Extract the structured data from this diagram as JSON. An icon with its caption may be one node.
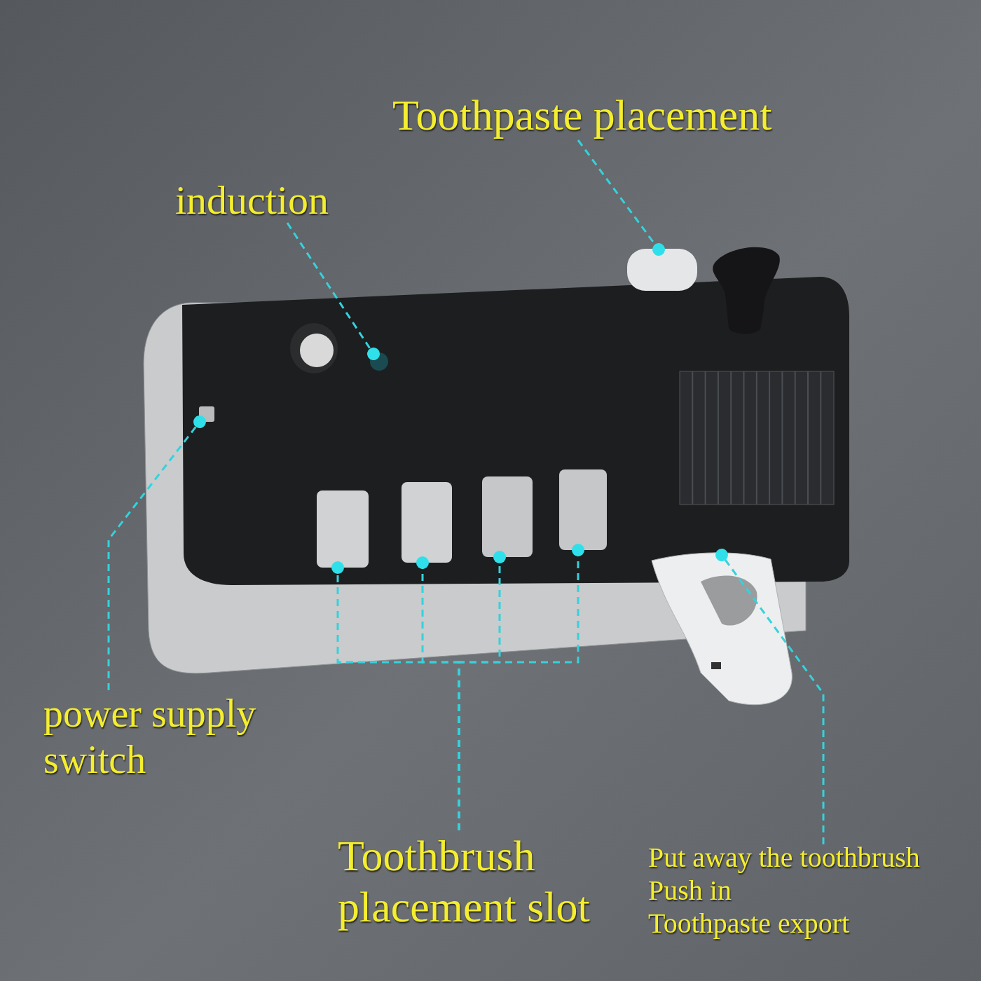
{
  "diagram": {
    "nodes": [
      {
        "text": [
          "Toothpaste placement"
        ]
      },
      {
        "text": [],
        "shape": "box"
      },
      {
        "text": [
          "induction"
        ]
      },
      {
        "text": [],
        "shape": "circle"
      },
      {
        "text": [
          "power supply switch"
        ]
      },
      {
        "text": [],
        "shape": "box"
      },
      {
        "text": [
          "Toothbrush placement slot"
        ]
      },
      {
        "text": [],
        "shape": "box"
      },
      {
        "text": [],
        "shape": "box"
      },
      {
        "text": [],
        "shape": "box"
      },
      {
        "text": [],
        "shape": "box"
      },
      {
        "text": [
          "Put away the toothbrush",
          "Push in",
          "Toothpaste export"
        ]
      },
      {
        "text": [],
        "shape": "picture"
      }
    ],
    "edges": [
      {
        "from": 0,
        "to": 1,
        "arrow": "other",
        "style": "dashed"
      },
      {
        "from": 2,
        "to": 3,
        "arrow": "other",
        "style": "dashed"
      },
      {
        "from": 4,
        "to": 5,
        "arrow": "other",
        "style": "dashed"
      },
      {
        "from": 6,
        "to": 7,
        "arrow": "other",
        "style": "dashed"
      },
      {
        "from": 6,
        "to": 8,
        "arrow": "other",
        "style": "dashed"
      },
      {
        "from": 6,
        "to": 9,
        "arrow": "other",
        "style": "dashed"
      },
      {
        "from": 6,
        "to": 10,
        "arrow": "other",
        "style": "dashed"
      },
      {
        "from": 11,
        "to": 12,
        "arrow": "other",
        "style": "dashed"
      }
    ]
  }
}
